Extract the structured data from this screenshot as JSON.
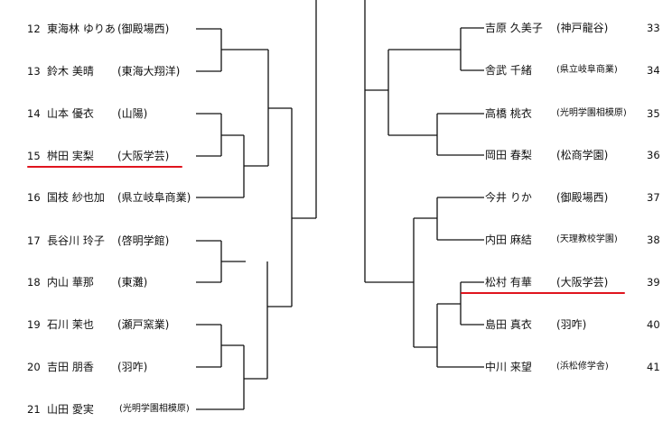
{
  "left_entries": [
    {
      "seed": "12",
      "name": "東海林 ゆりあ",
      "school": "(御殿場西)",
      "small": false
    },
    {
      "seed": "13",
      "name": "鈴木 美晴",
      "school": "(東海大翔洋)",
      "small": false
    },
    {
      "seed": "14",
      "name": "山本 優衣",
      "school": "(山陽)",
      "small": false
    },
    {
      "seed": "15",
      "name": "桝田 実梨",
      "school": "(大阪学芸)",
      "small": false
    },
    {
      "seed": "16",
      "name": "国枝 紗也加",
      "school": "(県立岐阜商業)",
      "small": false
    },
    {
      "seed": "17",
      "name": "長谷川 玲子",
      "school": "(啓明学館)",
      "small": false
    },
    {
      "seed": "18",
      "name": "内山 華那",
      "school": "(東灘)",
      "small": false
    },
    {
      "seed": "19",
      "name": "石川 茉也",
      "school": "(瀬戸窯業)",
      "small": false
    },
    {
      "seed": "20",
      "name": "吉田 朋香",
      "school": "(羽咋)",
      "small": false
    },
    {
      "seed": "21",
      "name": "山田 愛実",
      "school": "(光明学園相模原)",
      "small": true
    }
  ],
  "right_entries": [
    {
      "seed": "33",
      "name": "吉原 久美子",
      "school": "(神戸龍谷)",
      "small": false
    },
    {
      "seed": "34",
      "name": "舎武 千緒",
      "school": "(県立岐阜商業)",
      "small": true
    },
    {
      "seed": "35",
      "name": "高橋 桃衣",
      "school": "(光明学園相模原)",
      "small": true
    },
    {
      "seed": "36",
      "name": "岡田 春梨",
      "school": "(松商学園)",
      "small": false
    },
    {
      "seed": "37",
      "name": "今井 りか",
      "school": "(御殿場西)",
      "small": false
    },
    {
      "seed": "38",
      "name": "内田 麻結",
      "school": "(天理教校学園)",
      "small": true
    },
    {
      "seed": "39",
      "name": "松村 有華",
      "school": "(大阪学芸)",
      "small": false
    },
    {
      "seed": "40",
      "name": "島田 真衣",
      "school": "(羽咋)",
      "small": false
    },
    {
      "seed": "41",
      "name": "中川 来望",
      "school": "(浜松修学舎)",
      "small": true
    }
  ],
  "highlighted_seeds": [
    "15",
    "39"
  ],
  "colors": {
    "line": "#111111",
    "highlight": "#e0141e"
  }
}
